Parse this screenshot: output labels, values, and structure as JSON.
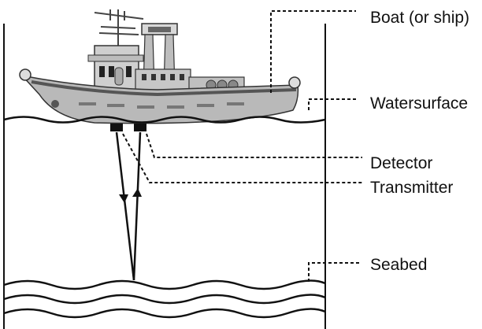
{
  "labels": {
    "boat": "Boat (or ship)",
    "water_surface": "Watersurface",
    "detector": "Detector",
    "transmitter": "Transmitter",
    "seabed": "Seabed"
  },
  "colors": {
    "line": "#111111",
    "hull": "#b9b9b9",
    "cabin": "#cfcfcf",
    "dark": "#3a3a3a"
  }
}
